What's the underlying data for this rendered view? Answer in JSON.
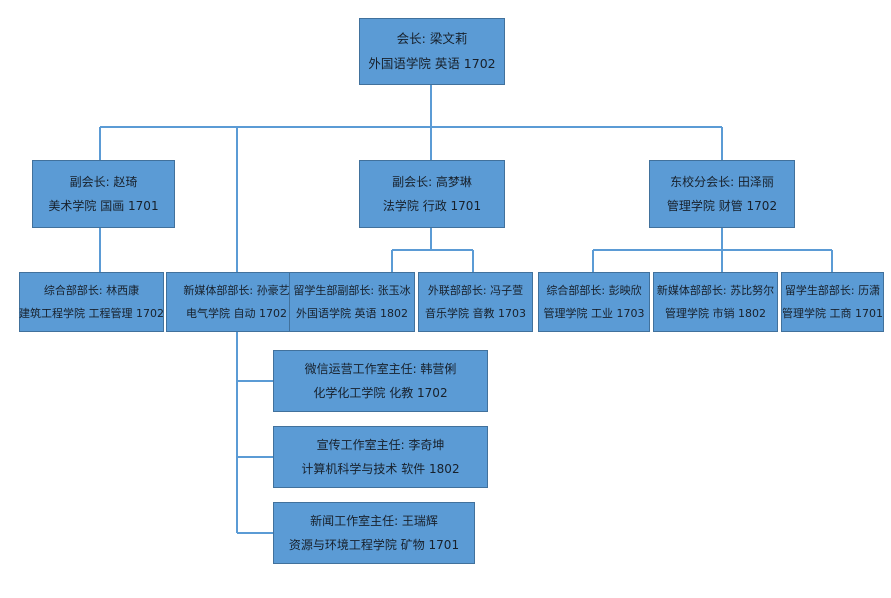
{
  "theme": {
    "box_fill": "#5B9BD5",
    "box_border": "#41719C",
    "connector": "#5B9BD5",
    "text": "#17202b",
    "background": "#ffffff"
  },
  "chart_data": {
    "type": "diagram",
    "subtype": "organization-chart",
    "title": "",
    "levels": 4,
    "node_count": 14
  },
  "nodes": {
    "president": {
      "role": "会长: 梁文莉",
      "affiliation": "外国语学院 英语 1702"
    },
    "vice_president_1": {
      "role": "副会长: 赵琦",
      "affiliation": "美术学院 国画 1701"
    },
    "vice_president_2": {
      "role": "副会长: 高梦琳",
      "affiliation": "法学院 行政 1701"
    },
    "east_branch_head": {
      "role": "东校分会长: 田泽丽",
      "affiliation": "管理学院 财管 1702"
    },
    "general_dept_head": {
      "role": "综合部部长: 林西康",
      "affiliation": "建筑工程学院 工程管理 1702"
    },
    "newmedia_dept_head": {
      "role": "新媒体部部长: 孙豪艺",
      "affiliation": "电气学院 自动 1702"
    },
    "intl_student_dept_vice": {
      "role": "留学生部副部长: 张玉冰",
      "affiliation": "外国语学院 英语 1802"
    },
    "liaison_dept_head": {
      "role": "外联部部长: 冯子萱",
      "affiliation": "音乐学院 音教 1703"
    },
    "general_dept_head_east": {
      "role": "综合部部长: 彭映欣",
      "affiliation": "管理学院 工业 1703"
    },
    "newmedia_dept_head_east": {
      "role": "新媒体部部长: 苏比努尔",
      "affiliation": "管理学院 市销 1802"
    },
    "intl_student_dept_head_east": {
      "role": "留学生部部长: 历潇",
      "affiliation": "管理学院 工商 1701"
    },
    "wechat_studio_director": {
      "role": "微信运营工作室主任: 韩营俐",
      "affiliation": "化学化工学院 化教 1702"
    },
    "publicity_studio_director": {
      "role": "宣传工作室主任: 李奇坤",
      "affiliation": "计算机科学与技术 软件 1802"
    },
    "news_studio_director": {
      "role": "新闻工作室主任: 王瑞辉",
      "affiliation": "资源与环境工程学院 矿物 1701"
    }
  }
}
